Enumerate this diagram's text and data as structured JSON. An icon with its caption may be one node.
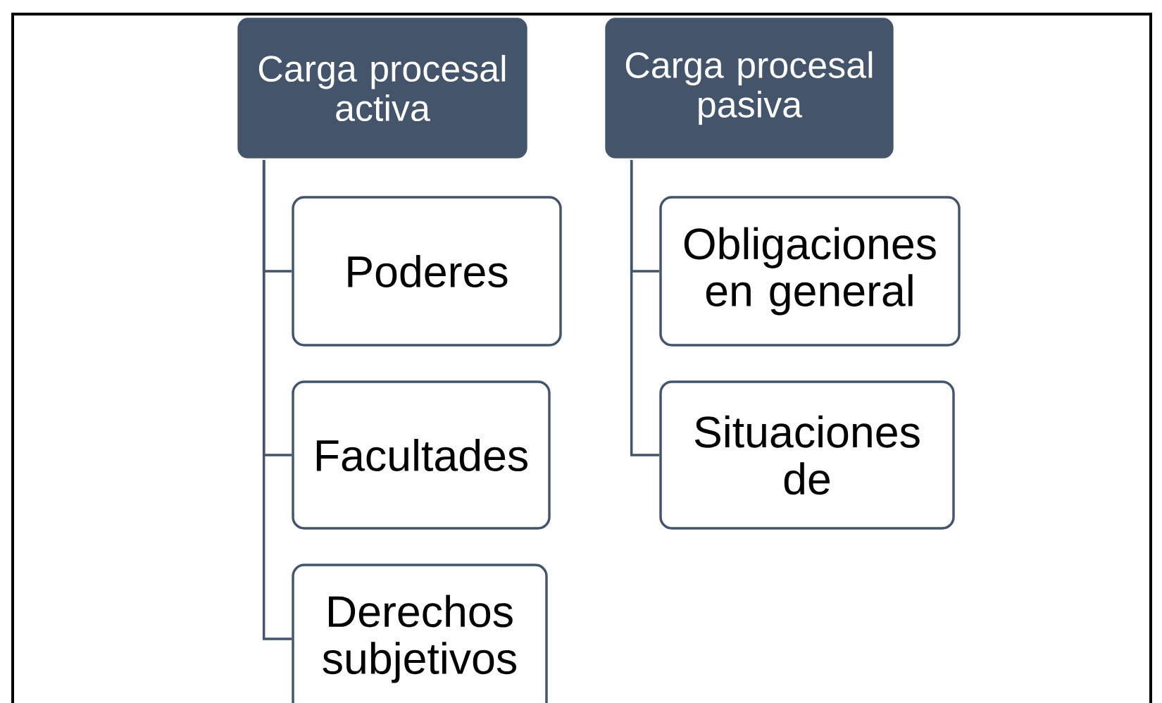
{
  "diagram": {
    "nodes": [
      {
        "text": [
          "Carga procesal activa"
        ]
      },
      {
        "text": [
          "Poderes"
        ]
      },
      {
        "text": [
          "Facultades"
        ]
      },
      {
        "text": [
          "Derechos subjetivos"
        ]
      },
      {
        "text": [
          "Carga procesal pasiva"
        ]
      },
      {
        "text": [
          "Obligaciones en general"
        ]
      },
      {
        "text": [
          "Situaciones de"
        ]
      }
    ],
    "edges": [
      {
        "from": 0,
        "to": 1,
        "arrow": "none"
      },
      {
        "from": 0,
        "to": 2,
        "arrow": "none"
      },
      {
        "from": 0,
        "to": 3,
        "arrow": "none"
      },
      {
        "from": 4,
        "to": 5,
        "arrow": "none"
      },
      {
        "from": 4,
        "to": 6,
        "arrow": "none"
      }
    ]
  }
}
